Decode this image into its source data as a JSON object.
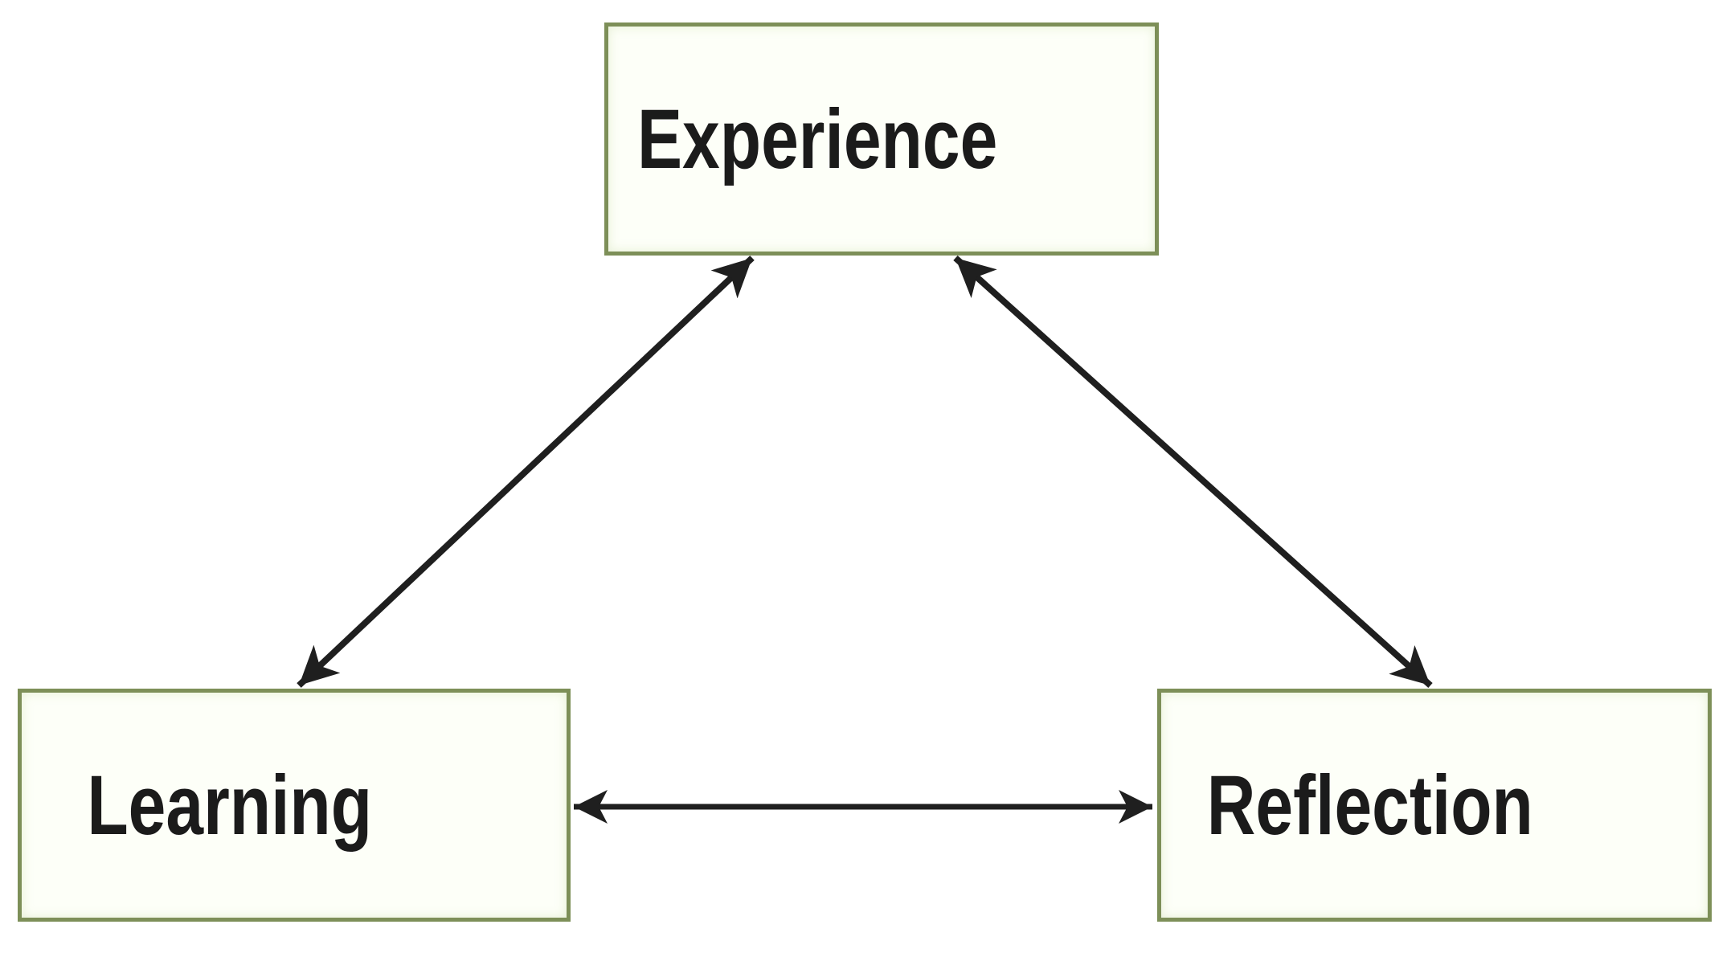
{
  "diagram": {
    "type": "node-link",
    "description": "Triangular cycle diagram linking Experience, Learning and Reflection with double-headed arrows",
    "nodes": [
      {
        "id": "experience",
        "label": "Experience"
      },
      {
        "id": "learning",
        "label": "Learning"
      },
      {
        "id": "reflection",
        "label": "Reflection"
      }
    ],
    "edges": [
      {
        "from": "learning",
        "to": "experience",
        "bidirectional": true
      },
      {
        "from": "reflection",
        "to": "experience",
        "bidirectional": true
      },
      {
        "from": "learning",
        "to": "reflection",
        "bidirectional": true
      }
    ]
  },
  "colors": {
    "box_border": "#7d8f58",
    "box_fill": "#fdfff8",
    "arrow": "#1f1f1f",
    "text": "#1b1b1b",
    "background": "#ffffff"
  }
}
